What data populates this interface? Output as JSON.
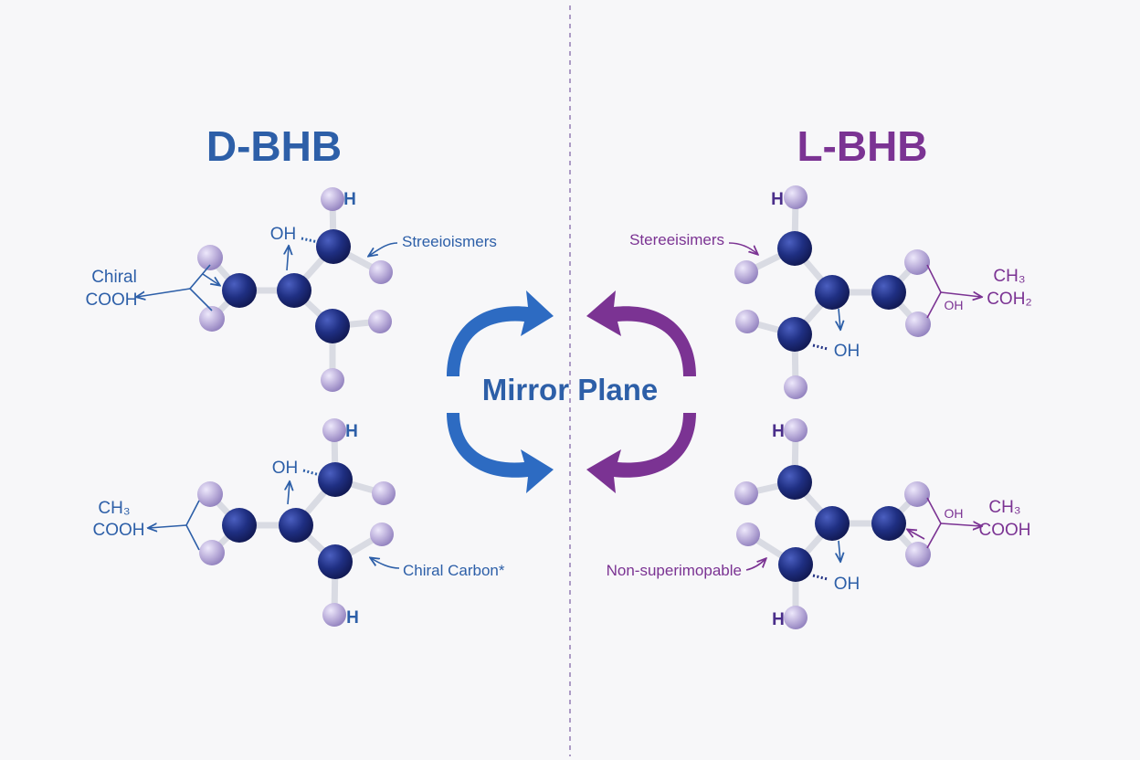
{
  "colors": {
    "background": "#f7f7f9",
    "d_accent": "#2d5fa8",
    "l_accent": "#7b3393",
    "atom_dark": "#1f2f82",
    "atom_light": "#b9acd9",
    "bond": "#d9dbe3",
    "mirror_line": "#9a84b8"
  },
  "left_title": "D-BHB",
  "right_title": "L-BHB",
  "center_label": "Mirror Plane",
  "d_top": {
    "oh": "OH",
    "h": "H",
    "annotation": "Streeioismers",
    "side_label_1": "Chiral",
    "side_label_2": "COOH"
  },
  "d_bottom": {
    "oh": "OH",
    "h_top": "H",
    "h_bottom": "H",
    "annotation": "Chiral Carbon*",
    "side_label_1": "CH₃",
    "side_label_2": "COOH"
  },
  "l_top": {
    "h": "H",
    "oh": "OH",
    "small_oh": "OH",
    "annotation": "Stereeisimers",
    "side_label_1": "CH₃",
    "side_label_2": "COH₂"
  },
  "l_bottom": {
    "h_top": "H",
    "h_bottom": "H",
    "oh": "OH",
    "small_oh": "OH",
    "annotation": "Non-superimopable",
    "side_label_1": "CH₃",
    "side_label_2": "COOH"
  }
}
